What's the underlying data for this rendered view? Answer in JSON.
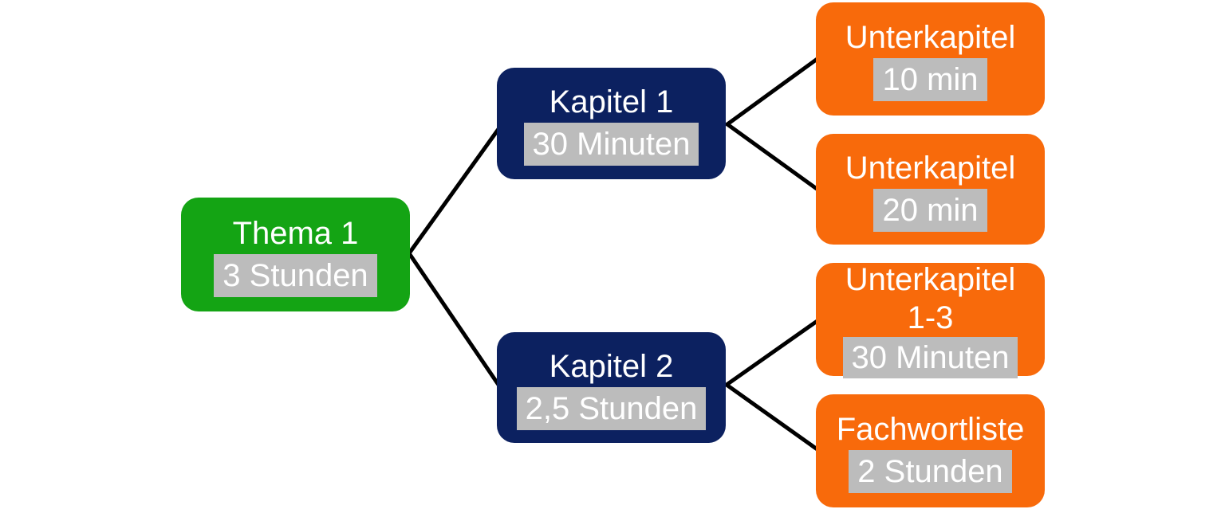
{
  "diagram": {
    "background": "#ffffff",
    "colors": {
      "background": "#ffffff",
      "root_fill": "#14a414",
      "chapter_fill": "#0c2160",
      "subchapter_fill": "#f86a0b",
      "highlight_fill": "#bcbcbc",
      "text": "#ffffff",
      "connector": "#000000"
    },
    "root": {
      "label": "Thema 1",
      "duration": "3 Stunden"
    },
    "chapters": [
      {
        "label": "Kapitel 1",
        "duration": "30 Minuten"
      },
      {
        "label": "Kapitel 2",
        "duration": "2,5 Stunden"
      }
    ],
    "subchapters": [
      {
        "label": "Unterkapitel",
        "duration": "10 min"
      },
      {
        "label": "Unterkapitel",
        "duration": "20 min"
      },
      {
        "label": "Unterkapitel",
        "sublabel": "1-3",
        "duration": "30 Minuten"
      },
      {
        "label": "Fachwortliste",
        "duration": "2 Stunden"
      }
    ]
  }
}
